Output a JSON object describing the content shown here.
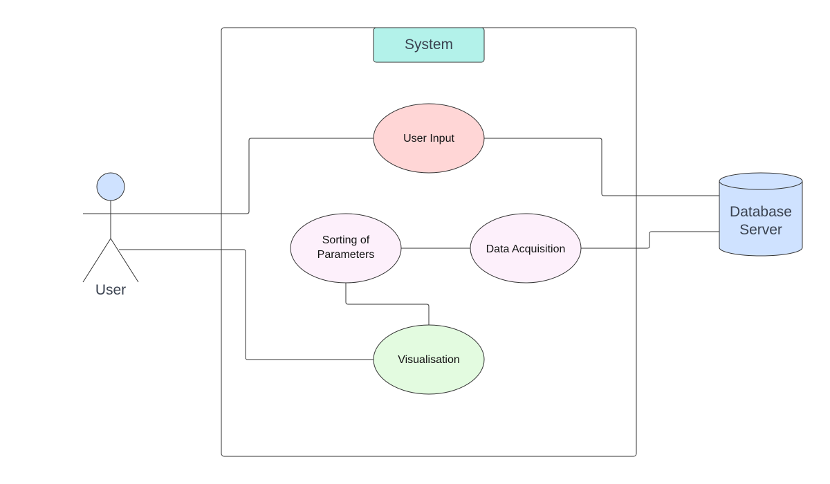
{
  "system": {
    "title": "System",
    "title_fill": "#b3f2ea"
  },
  "actor": {
    "name": "User",
    "head_fill": "#cfe2ff"
  },
  "database": {
    "line1": "Database",
    "line2": "Server",
    "fill": "#cfe2ff"
  },
  "use_cases": {
    "user_input": {
      "label": "User Input",
      "fill": "#ffd6d6"
    },
    "sorting": {
      "line1": "Sorting of",
      "line2": "Parameters",
      "fill": "#fdf0fb"
    },
    "data_acquisition": {
      "label": "Data Acquisition",
      "fill": "#fdf0fb"
    },
    "visualisation": {
      "label": "Visualisation",
      "fill": "#e3fbe0"
    }
  }
}
